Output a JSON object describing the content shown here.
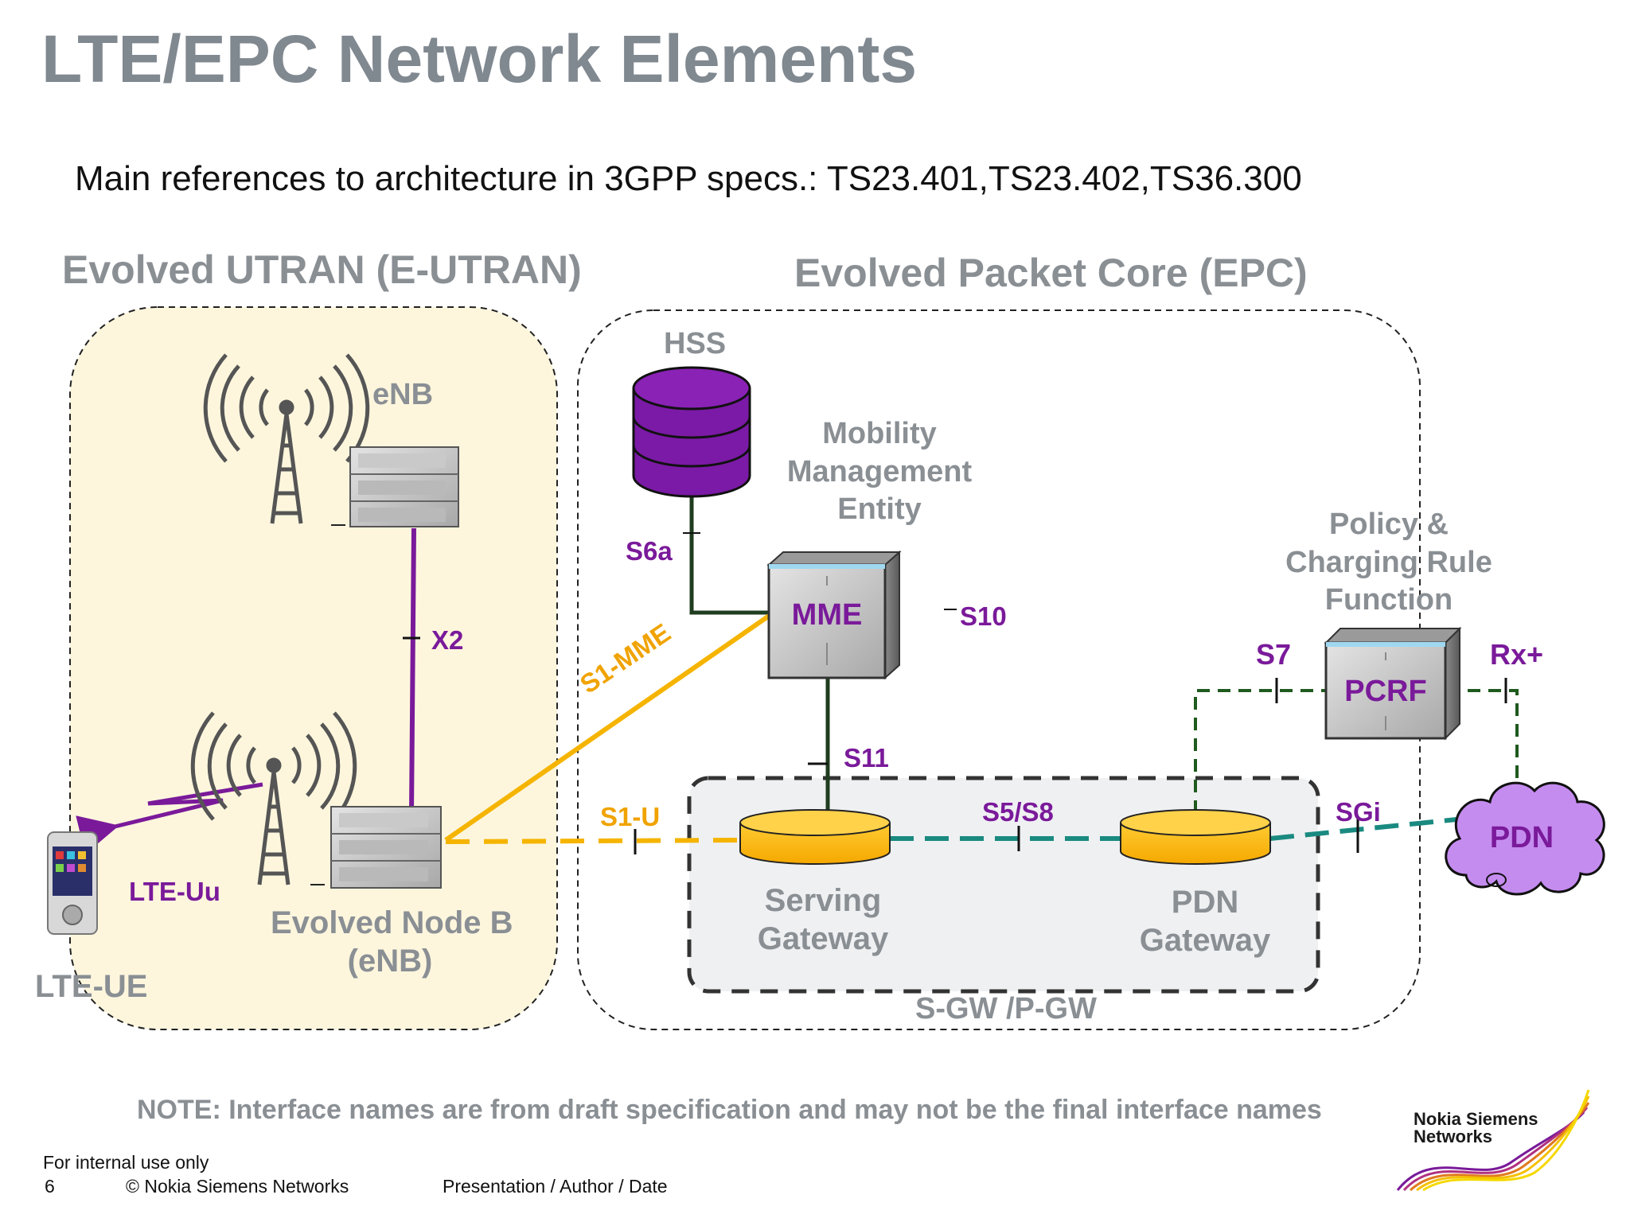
{
  "title": "LTE/EPC Network Elements",
  "references": "Main references to architecture in 3GPP specs.: TS23.401,TS23.402,TS36.300",
  "regions": {
    "eutran": "Evolved UTRAN (E-UTRAN)",
    "epc": "Evolved Packet Core (EPC)",
    "gateways": "S-GW /P-GW"
  },
  "nodes": {
    "enb_top": "eNB",
    "enb_bottom_line1": "Evolved Node B",
    "enb_bottom_line2": "(eNB)",
    "ue": "LTE-UE",
    "hss": "HSS",
    "mme_desc_line1": "Mobility",
    "mme_desc_line2": "Management",
    "mme_desc_line3": "Entity",
    "mme": "MME",
    "pcrf_desc_line1": "Policy &",
    "pcrf_desc_line2": "Charging Rule",
    "pcrf_desc_line3": "Function",
    "pcrf": "PCRF",
    "sgw_line1": "Serving",
    "sgw_line2": "Gateway",
    "pgw_line1": "PDN",
    "pgw_line2": "Gateway",
    "pdn": "PDN"
  },
  "interfaces": {
    "x2": "X2",
    "s1_mme": "S1-MME",
    "s1_u": "S1-U",
    "s6a": "S6a",
    "s10": "S10",
    "s11": "S11",
    "s5_s8": "S5/S8",
    "s7": "S7",
    "rx": "Rx+",
    "sgi": "SGi",
    "lte_uu": "LTE-Uu"
  },
  "note": "NOTE: Interface names are from draft specification and may not be the final interface names",
  "footer": {
    "internal": "For internal use only",
    "page": "6",
    "copyright": "© Nokia Siemens Networks",
    "presentation": "Presentation / Author / Date"
  },
  "logo": {
    "line1": "Nokia Siemens",
    "line2": "Networks"
  },
  "colors": {
    "purple": "#7a1a9a",
    "orange": "#f5b400",
    "teal": "#1a8a80",
    "dark_green": "#1f3d1f",
    "grey_text": "#8a8f94",
    "eutran_bg": "#fdf6dd"
  }
}
